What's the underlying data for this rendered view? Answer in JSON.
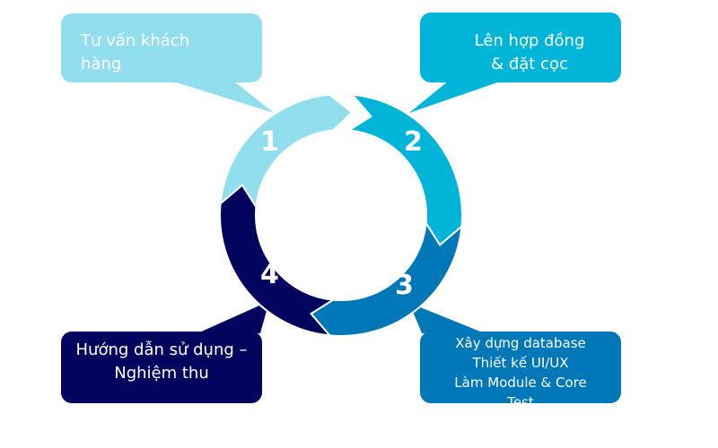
{
  "steps": [
    {
      "number": "1",
      "lines": [
        "Tư vấn khách",
        "hàng"
      ],
      "color": "#91dfee"
    },
    {
      "number": "2",
      "lines": [
        "Lên hợp đồng",
        "& đặt cọc"
      ],
      "color": "#00b5d8"
    },
    {
      "number": "3",
      "lines": [
        "Xây dựng database",
        "Thiết kế UI/UX",
        "Làm Module & Core",
        "Test"
      ],
      "color": "#0077b6"
    },
    {
      "number": "4",
      "lines": [
        "Hướng dẫn sử dụng –",
        "Nghiệm thu"
      ],
      "color": "#03045e"
    }
  ]
}
